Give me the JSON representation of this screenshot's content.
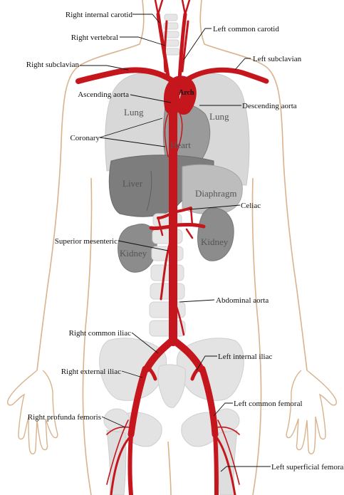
{
  "labels": {
    "right_internal_carotid": "Right internal carotid",
    "right_vertebral": "Right vertebral",
    "left_common_carotid": "Left common carotid",
    "right_subclavian": "Right subclavian",
    "left_subclavian": "Left subclavian",
    "arch": "Arch",
    "ascending_aorta": "Ascending aorta",
    "descending_aorta": "Descending aorta",
    "coronary": "Coronary",
    "celiac": "Celiac",
    "superior_mesenteric": "Superior mesenteric",
    "abdominal_aorta": "Abdominal aorta",
    "right_common_iliac": "Right common iliac",
    "left_internal_iliac": "Left internal iliac",
    "right_external_iliac": "Right external iliac",
    "left_common_femoral": "Left common femoral",
    "right_profunda_femoris": "Right profunda femoris",
    "left_superficial_femoral": "Left superficial femoral"
  },
  "organs": {
    "lung_right": "Lung",
    "lung_left": "Lung",
    "heart": "Heart",
    "liver": "Liver",
    "diaphragm": "Diaphragm",
    "kidney_right": "Kidney",
    "kidney_left": "Kidney"
  },
  "colors": {
    "artery": "#c4161c",
    "body_outline": "#d9b38c",
    "organ_gray": "#8a8a8a",
    "lung_gray": "#d9d9d9",
    "bone_gray": "#e2e2e2"
  }
}
